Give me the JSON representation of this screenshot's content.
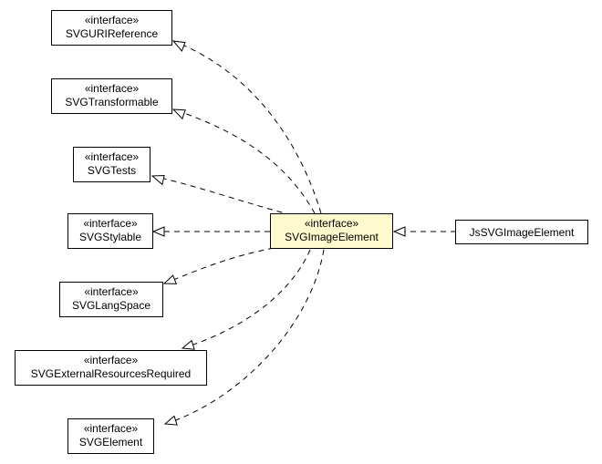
{
  "nodes": {
    "svguri_reference": {
      "stereotype": "«interface»",
      "name": "SVGURIReference"
    },
    "svg_transformable": {
      "stereotype": "«interface»",
      "name": "SVGTransformable"
    },
    "svg_tests": {
      "stereotype": "«interface»",
      "name": "SVGTests"
    },
    "svg_stylable": {
      "stereotype": "«interface»",
      "name": "SVGStylable"
    },
    "svg_lang_space": {
      "stereotype": "«interface»",
      "name": "SVGLangSpace"
    },
    "svg_external_resources_required": {
      "stereotype": "«interface»",
      "name": "SVGExternalResourcesRequired"
    },
    "svg_element": {
      "stereotype": "«interface»",
      "name": "SVGElement"
    },
    "svg_image_element": {
      "stereotype": "«interface»",
      "name": "SVGImageElement"
    },
    "js_svg_image_element": {
      "name": "JsSVGImageElement"
    }
  },
  "edges": [
    {
      "from": "svg_image_element",
      "to": "svguri_reference",
      "kind": "realization"
    },
    {
      "from": "svg_image_element",
      "to": "svg_transformable",
      "kind": "realization"
    },
    {
      "from": "svg_image_element",
      "to": "svg_tests",
      "kind": "realization"
    },
    {
      "from": "svg_image_element",
      "to": "svg_stylable",
      "kind": "realization"
    },
    {
      "from": "svg_image_element",
      "to": "svg_lang_space",
      "kind": "realization"
    },
    {
      "from": "svg_image_element",
      "to": "svg_external_resources_required",
      "kind": "realization"
    },
    {
      "from": "svg_image_element",
      "to": "svg_element",
      "kind": "realization"
    },
    {
      "from": "js_svg_image_element",
      "to": "svg_image_element",
      "kind": "realization"
    }
  ],
  "colors": {
    "focus_fill": "#fffacd",
    "node_fill": "#ffffff",
    "stroke": "#000000"
  }
}
